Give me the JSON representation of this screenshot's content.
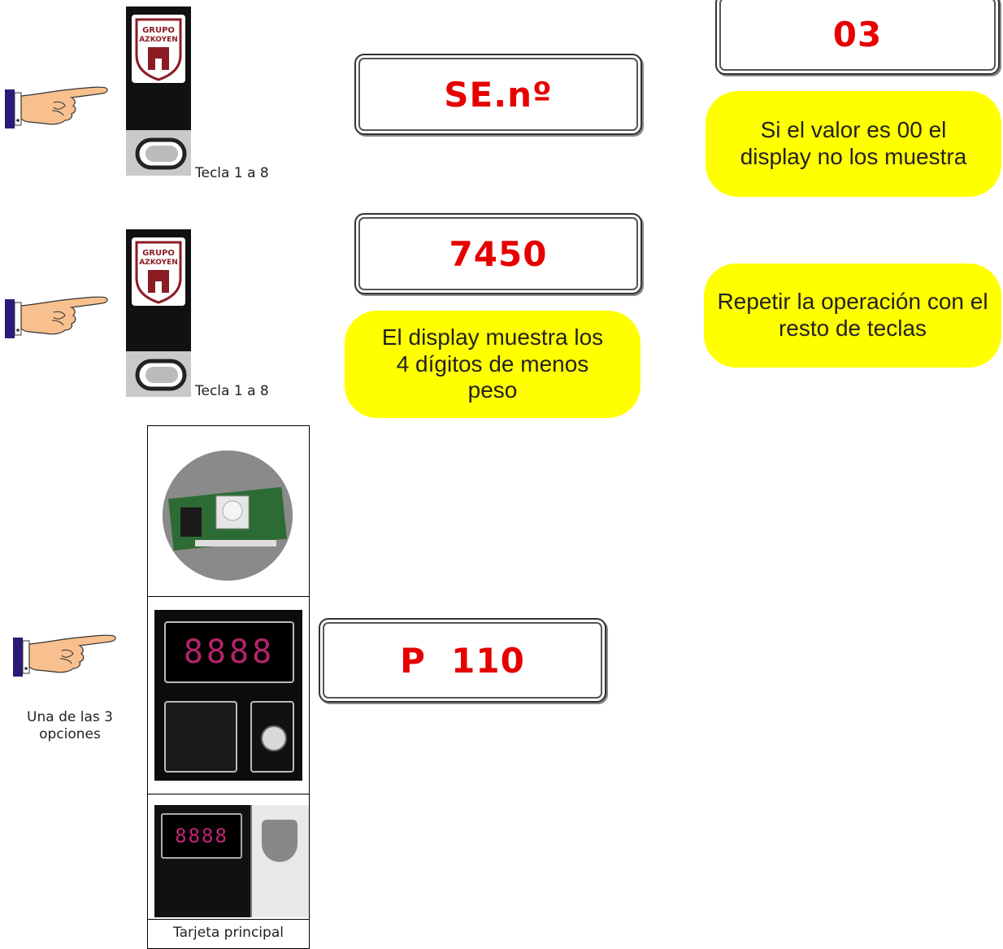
{
  "rows": [
    {
      "key_caption": "Tecla 1 a 8",
      "display": "SE.nº"
    },
    {
      "key_caption": "Tecla 1 a 8",
      "display": "7450",
      "note": "El display muestra los 4 dígitos de menos peso"
    }
  ],
  "top_right": {
    "display": "03",
    "note": "Si el valor es 00 el display no los muestra"
  },
  "repeat_note": "Repetir la operación con el resto de teclas",
  "third_row": {
    "left_caption": "Una de las 3 opciones",
    "display": "P  110",
    "image_caption": "Tarjeta principal",
    "panel_digits": "8888"
  },
  "colors": {
    "display_text": "#e60000",
    "note_bg": "#ffff00",
    "sleeve": "#2a1a7a",
    "skin": "#f7c08e"
  },
  "icons": {
    "pointer": "pointing-hand-icon",
    "keypad": "azkoyen-keypad-photo",
    "board": "circuit-board-photo",
    "panel": "led-display-panel-photo",
    "mainboard": "main-board-photo"
  }
}
